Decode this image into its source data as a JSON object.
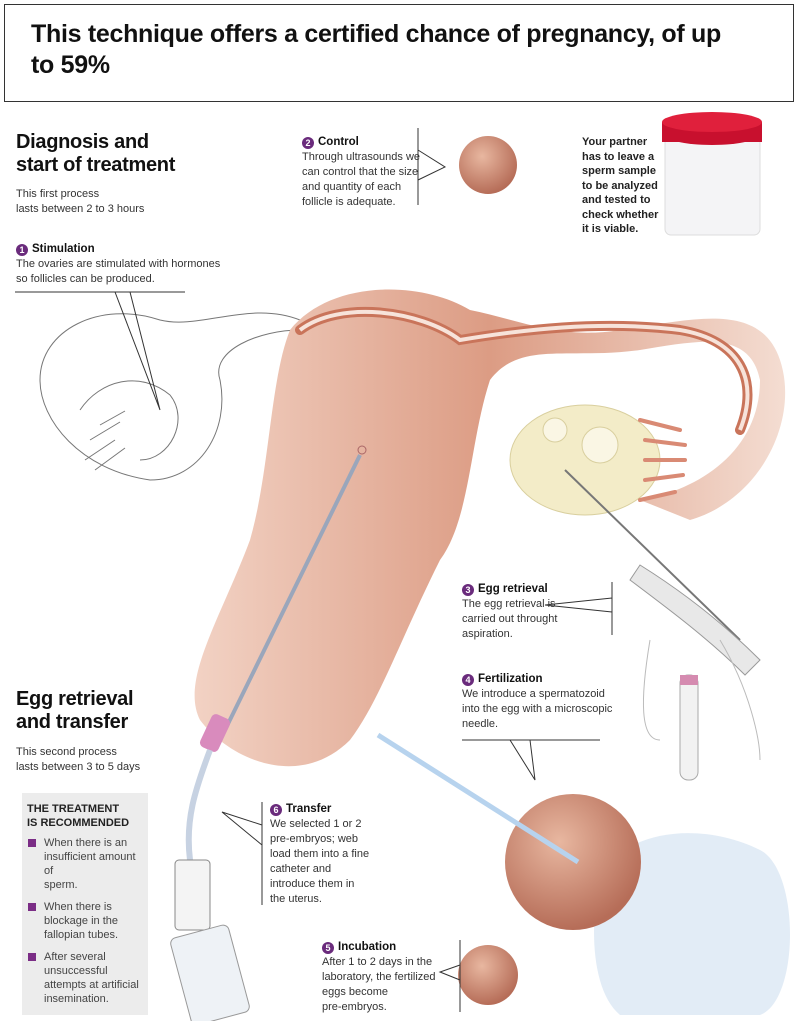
{
  "title": "This technique offers a certified chance of pregnancy, of up to 59%",
  "section1": {
    "heading_line1": "Diagnosis and",
    "heading_line2": "start of treatment",
    "duration_line1": "This first process",
    "duration_line2": "lasts between 2 to 3 hours"
  },
  "section2": {
    "heading_line1": "Egg retrieval",
    "heading_line2": "and transfer",
    "duration_line1": "This second process",
    "duration_line2": "lasts between 3 to 5 days"
  },
  "steps": [
    {
      "num": "1",
      "title": "Stimulation",
      "text": [
        "The ovaries are stimulated with hormones",
        "so follicles can be produced."
      ]
    },
    {
      "num": "2",
      "title": "Control",
      "text": [
        "Through ultrasounds we",
        "can control that the size",
        "and quantity of each",
        "follicle is adequate."
      ]
    },
    {
      "num": "3",
      "title": "Egg retrieval",
      "text": [
        "The egg retrieval is",
        "carried out throught",
        "aspiration."
      ]
    },
    {
      "num": "4",
      "title": "Fertilization",
      "text": [
        "We introduce a spermatozoid",
        "into the egg with a microscopic",
        "needle."
      ]
    },
    {
      "num": "5",
      "title": "Incubation",
      "text": [
        "After 1 to 2 days in the",
        "laboratory, the fertilized",
        "eggs become",
        "pre-embryos."
      ]
    },
    {
      "num": "6",
      "title": "Transfer",
      "text": [
        "We selected 1 or 2",
        "pre-embryos; web",
        "load them into a fine",
        "catheter and",
        "introduce them in",
        "the uterus."
      ]
    }
  ],
  "partner_note": [
    "Your partner",
    "has to leave a",
    "sperm sample",
    "to be analyzed",
    "and tested to",
    "check whether",
    "it is viable."
  ],
  "recommended": {
    "title_line1": "THE TREATMENT",
    "title_line2": "IS RECOMMENDED",
    "items": [
      [
        "When there is an",
        "insufficient amount of",
        "sperm."
      ],
      [
        "When there is",
        "blockage in the",
        "fallopian tubes."
      ],
      [
        "After several",
        "unsuccessful",
        "attempts at artificial",
        "insemination."
      ]
    ]
  },
  "colors": {
    "accent": "#6a2b7c",
    "tissue": "#e0a48e",
    "bullet": "#7b2d86"
  }
}
